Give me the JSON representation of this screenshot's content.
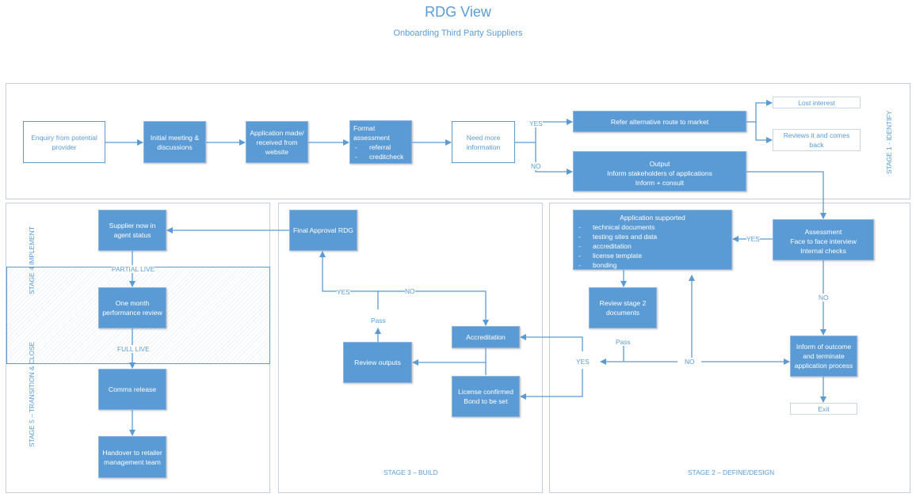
{
  "header": {
    "title": "RDG View",
    "subtitle": "Onboarding Third Party Suppliers"
  },
  "stages": {
    "stage1": "STAGE 1 - IDENTIFY",
    "stage2": "STAGE 2 – DEFINE/DESIGN",
    "stage3": "STAGE 3 – BUILD",
    "stage4": "STAGE 4 IMPLEMENT",
    "stage5": "STAGE 5 – TRANSITION & CLOSE"
  },
  "nodes": {
    "enquiry": "Enquiry from potential provider",
    "initial_meeting": "Initial meeting & discussions",
    "application_made": "Application made/ received from website",
    "format_assessment": {
      "title": "Format assessment",
      "items": [
        "referral",
        "creditcheck"
      ]
    },
    "need_more_info": "Need more information",
    "refer_alternative": "Refer alternative route to market",
    "lost_interest": "Lost interest",
    "reviews_comes_back": "Reviews it and comes back",
    "output": [
      "Output",
      "Inform stakeholders of applications",
      "Inform + consult"
    ],
    "assessment": [
      "Assessment",
      "Face to face interview",
      "Internal checks"
    ],
    "application_supported": {
      "title": "Application supported",
      "items": [
        "technical documents",
        "testing sites and data",
        "accreditation",
        "license template",
        "bonding"
      ]
    },
    "review_stage2": "Review stage 2 documents",
    "inform_outcome": "Inform of outcome and terminate application process",
    "exit": "Exit",
    "final_approval": "Final Approval RDG",
    "accreditation": "Accreditation",
    "review_outputs": "Review outputs",
    "license_confirmed": [
      "License confirmed",
      "Bond to be set"
    ],
    "supplier_agent": "Supplier now in agent status",
    "one_month": "One month performance review",
    "comms_release": "Comms release",
    "handover": "Handover to retailer management team"
  },
  "labels": {
    "yes_top": "YES",
    "no_top": "NO",
    "yes_assessment": "YES",
    "no_assessment": "NO",
    "pass_stage2": "Pass",
    "no_stage2": "NO",
    "yes_stage2": "YES",
    "yes_build": "YES",
    "no_build": "NO",
    "pass_build": "Pass",
    "partial_live": "PARTIAL LIVE",
    "full_live": "FULL LIVE"
  },
  "colors": {
    "accent": "#5b9bd5",
    "panel_border": "#c2cfdc"
  }
}
